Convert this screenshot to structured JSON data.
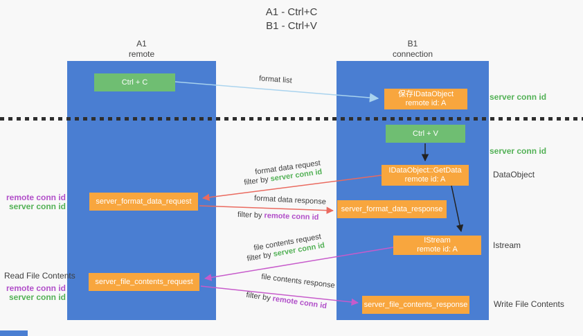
{
  "title": {
    "line1": "A1 - Ctrl+C",
    "line2": "B1 - Ctrl+V"
  },
  "lanes": {
    "left": {
      "name": "A1",
      "subtitle": "remote"
    },
    "right": {
      "name": "B1",
      "subtitle": "connection"
    }
  },
  "nodes": {
    "ctrl_c": {
      "label": "Ctrl + C"
    },
    "save_dataobject": {
      "line1": "保存IDataObject",
      "line2": "remote id: A"
    },
    "ctrl_v": {
      "label": "Ctrl + V"
    },
    "getdata": {
      "line1": "IDataObject::GetData",
      "line2": "remote id: A"
    },
    "server_format_data_request": {
      "label": "server_format_data_request"
    },
    "server_format_data_response": {
      "label": "server_format_data_response"
    },
    "istream": {
      "line1": "IStream",
      "line2": "remote id: A"
    },
    "server_file_contents_request": {
      "label": "server_file_contents_request"
    },
    "server_file_contents_response": {
      "label": "server_file_contents_response"
    }
  },
  "arrows": {
    "format_list": {
      "label": "format list"
    },
    "format_data_request": {
      "label": "format data request",
      "filter_prefix": "filter by ",
      "filter_value": "server conn id"
    },
    "format_data_response": {
      "label": "format data response",
      "filter_prefix": "filter by ",
      "filter_value": "remote conn id"
    },
    "file_contents_request": {
      "label": "file contents request",
      "filter_prefix": "filter by ",
      "filter_value": "server conn id"
    },
    "file_contents_response": {
      "label": "file contents response",
      "filter_prefix": "filter by ",
      "filter_value": "remote conn id"
    }
  },
  "annotations": {
    "server_conn_id_top": "server conn id",
    "server_conn_id_mid": "server conn id",
    "dataobject": "DataObject",
    "istream": "Istream",
    "read_file_contents": "Read File Contents",
    "write_file_contents": "Write File Contents",
    "request_ids_1": {
      "remote": "remote conn id",
      "server": "server conn id"
    },
    "request_ids_2": {
      "remote": "remote conn id",
      "server": "server conn id"
    }
  },
  "colors": {
    "lane_blue": "#4a7ed2",
    "box_green": "#6fbe72",
    "box_orange": "#f8a63e",
    "text_green": "#53b156",
    "text_purple": "#b14fc9",
    "arrow_red": "#ea6a5f",
    "arrow_magenta": "#c75bcb",
    "arrow_light_blue": "#a9d3ee",
    "arrow_black": "#222222",
    "background": "#f8f8f8"
  }
}
